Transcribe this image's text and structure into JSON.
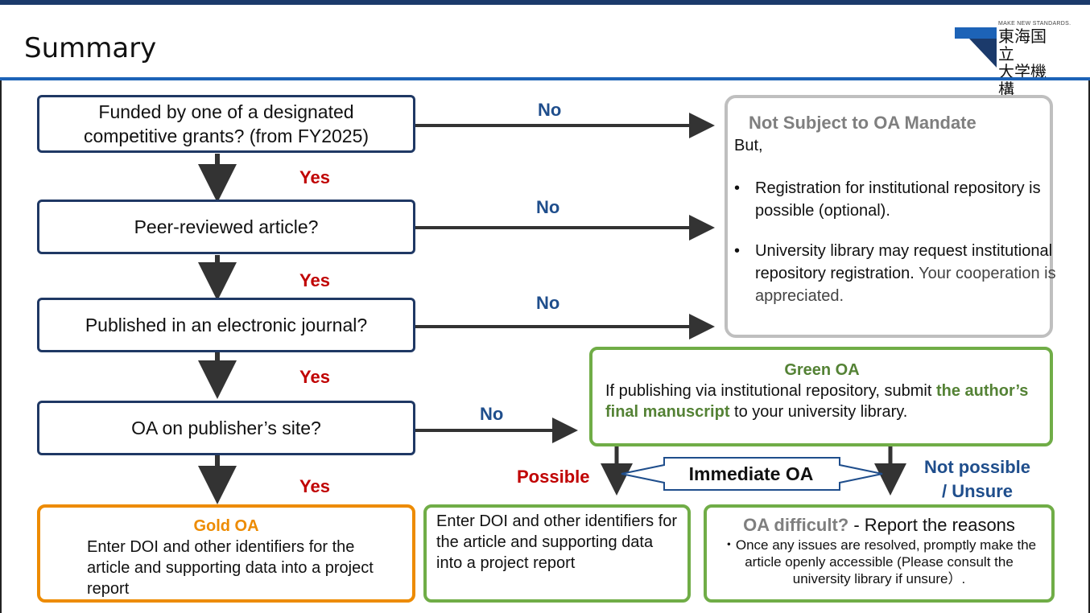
{
  "title": "Summary",
  "logo": {
    "tagline": "MAKE NEW STANDARDS.",
    "line1": "東海国立",
    "line2": "大学機構"
  },
  "questions": {
    "q1": "Funded by one of a designated competitive grants? (from FY2025)",
    "q2": "Peer-reviewed article?",
    "q3": "Published in an electronic journal?",
    "q4": "OA on publisher’s site?"
  },
  "labels": {
    "no": "No",
    "yes": "Yes",
    "possible": "Possible",
    "not_possible_1": "Not possible",
    "not_possible_2": "/ Unsure"
  },
  "not_subject": {
    "title": "Not Subject to OA Mandate",
    "but": "But,",
    "bullet1": "Registration for institutional repository is possible (optional).",
    "bullet2": "University library may request institutional repository registration.",
    "bullet2_extra": "Your cooperation is appreciated."
  },
  "green_oa": {
    "title": "Green OA",
    "text_before": "If publishing via institutional repository, submit",
    "highlight": "the author’s final manuscript",
    "text_after": "to your university library."
  },
  "immediate_oa": "Immediate OA",
  "gold_oa": {
    "title": "Gold OA",
    "text": "Enter DOI and other identifiers for the article and supporting data into a project report"
  },
  "possible_box": {
    "text": "Enter DOI and other identifiers for the article and supporting data into a project report"
  },
  "difficult_box": {
    "title": "OA difficult?",
    "title_rest": " - Report the reasons",
    "text": "・Once any issues are resolved, promptly make the article openly accessible (Please consult the university library if unsure）."
  },
  "colors": {
    "navy": "#1f3864",
    "yes_red": "#c00000",
    "no_blue": "#1f4e8c",
    "green": "#70ad47",
    "orange": "#ed8b00",
    "grey": "#bfbfbf"
  }
}
